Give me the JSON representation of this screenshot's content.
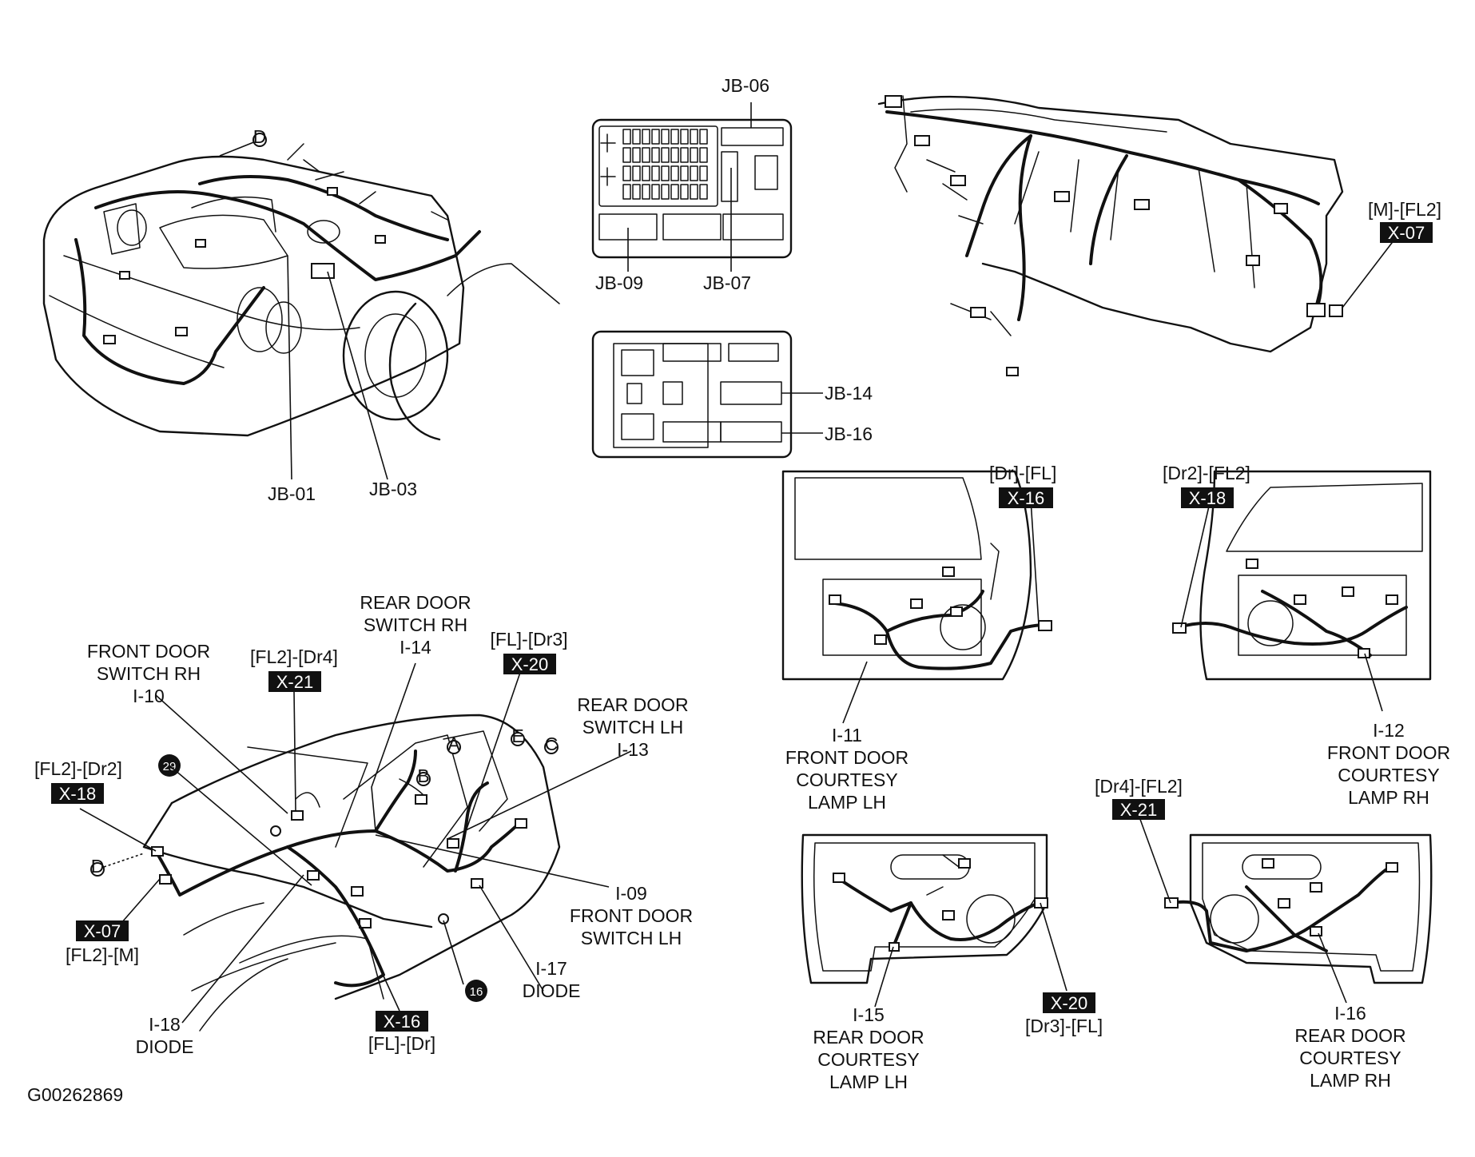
{
  "figure_id": "G00262869",
  "engine_bay": {
    "labels": [
      "JB-01",
      "JB-03"
    ],
    "marker": "D"
  },
  "junction_box_1": {
    "labels": [
      "JB-06",
      "JB-09",
      "JB-07"
    ]
  },
  "junction_box_2": {
    "labels": [
      "JB-14",
      "JB-16"
    ]
  },
  "dashboard": {
    "connector_pair": "[M]-[FL2]",
    "connector_code": "X-07"
  },
  "front_door_lh": {
    "connector_pair": "[Dr]-[FL]",
    "connector_code": "X-16",
    "component": [
      "I-11",
      "FRONT DOOR",
      "COURTESY",
      "LAMP LH"
    ]
  },
  "front_door_rh": {
    "connector_pair": "[Dr2]-[FL2]",
    "connector_code": "X-18",
    "component": [
      "I-12",
      "FRONT DOOR",
      "COURTESY",
      "LAMP RH"
    ]
  },
  "rear_door_lh": {
    "connector_pair": "[Dr3]-[FL]",
    "connector_code": "X-20",
    "component": [
      "I-15",
      "REAR DOOR",
      "COURTESY",
      "LAMP LH"
    ]
  },
  "rear_door_rh": {
    "connector_pair": "[Dr4]-[FL2]",
    "connector_code": "X-21",
    "component": [
      "I-16",
      "REAR DOOR",
      "COURTESY",
      "LAMP RH"
    ]
  },
  "body_view": {
    "front_door_switch_rh": [
      "FRONT DOOR",
      "SWITCH RH",
      "I-10"
    ],
    "rear_door_switch_rh": [
      "REAR DOOR",
      "SWITCH RH",
      "I-14"
    ],
    "rear_door_switch_lh": [
      "REAR DOOR",
      "SWITCH LH",
      "I-13"
    ],
    "front_door_switch_lh": [
      "I-09",
      "FRONT DOOR",
      "SWITCH LH"
    ],
    "diode_17": [
      "I-17",
      "DIODE"
    ],
    "diode_18": [
      "I-18",
      "DIODE"
    ],
    "connectors": [
      {
        "pair": "[FL2]-[Dr4]",
        "code": "X-21"
      },
      {
        "pair": "[FL]-[Dr3]",
        "code": "X-20"
      },
      {
        "pair": "[FL2]-[Dr2]",
        "code": "X-18"
      },
      {
        "pair": "[FL2]-[M]",
        "code": "X-07"
      },
      {
        "pair": "[FL]-[Dr]",
        "code": "X-16"
      }
    ],
    "ground_points": [
      "29",
      "16"
    ],
    "markers": [
      "A",
      "B",
      "C",
      "D",
      "E"
    ]
  }
}
